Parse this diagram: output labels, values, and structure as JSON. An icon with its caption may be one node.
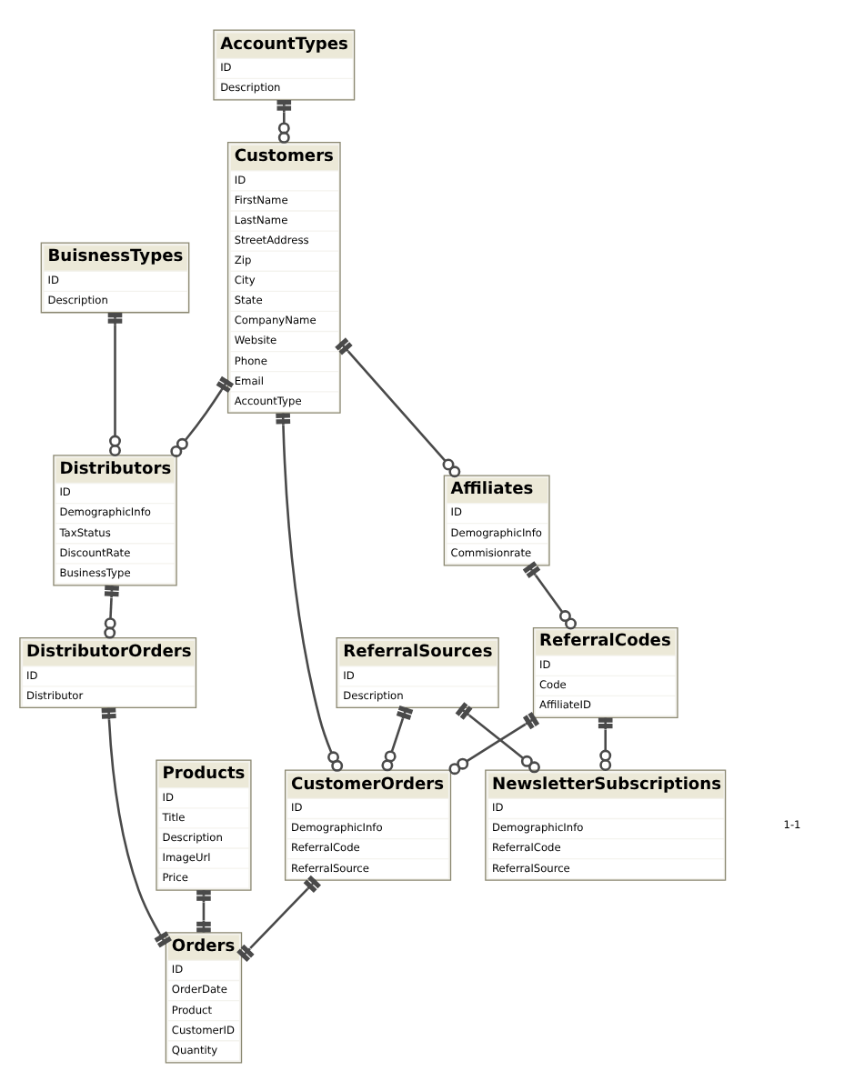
{
  "diagram": {
    "nodes": [
      {
        "text": [
          "AccountTypes",
          "ID",
          "Description"
        ]
      },
      {
        "text": [
          "BuisnessTypes",
          "ID",
          "Description"
        ]
      },
      {
        "text": [
          "Distributors",
          "ID",
          "DemographicInfo",
          "TaxStatus",
          "DiscountRate",
          "BusinessType"
        ]
      },
      {
        "text": [
          "DistributorOrders",
          "ID",
          "Distributor"
        ]
      },
      {
        "text": [
          "Customers",
          "ID",
          "FirstName",
          "LastName",
          "StreetAddress",
          "Zip",
          "City",
          "State",
          "CompanyName",
          "Website",
          "Phone",
          "Email",
          "AccountType"
        ]
      },
      {
        "text": [
          "Orders",
          "ID",
          "OrderDate",
          "Product",
          "CustomerID",
          "Quantity"
        ]
      },
      {
        "text": [
          "Products",
          "ID",
          "Title",
          "Description",
          "ImageUrl",
          "Price"
        ]
      },
      {
        "text": [
          "CustomerOrders",
          "ID",
          "DemographicInfo",
          "ReferralCode",
          "ReferralSource"
        ]
      },
      {
        "text": [
          "ReferralSources",
          "ID",
          "Description"
        ]
      },
      {
        "text": [
          "NewsletterSubscriptions",
          "ID",
          "DemographicInfo",
          "ReferralCode",
          "ReferralSource"
        ]
      },
      {
        "text": [
          "Affiliates",
          "ID",
          "DemographicInfo",
          "Commisionrate"
        ]
      },
      {
        "text": [
          "ReferralCodes",
          "ID",
          "Code",
          "AffiliateID"
        ]
      }
    ],
    "edges": [
      {
        "from": 0,
        "to": 4,
        "arrow": "other"
      },
      {
        "from": 1,
        "to": 2,
        "arrow": "other"
      },
      {
        "from": 4,
        "to": 2,
        "arrow": "other"
      },
      {
        "from": 2,
        "to": 3,
        "arrow": "other"
      },
      {
        "from": 3,
        "to": 5,
        "arrow": "other"
      },
      {
        "from": 6,
        "to": 5,
        "arrow": "other"
      },
      {
        "from": 4,
        "to": 7,
        "arrow": "other"
      },
      {
        "from": 7,
        "to": 5,
        "arrow": "other"
      },
      {
        "from": 8,
        "to": 7,
        "arrow": "other"
      },
      {
        "from": 8,
        "to": 9,
        "arrow": "other"
      },
      {
        "from": 4,
        "to": 10,
        "arrow": "other"
      },
      {
        "from": 11,
        "to": 7,
        "arrow": "other"
      },
      {
        "from": 10,
        "to": 11,
        "arrow": "other"
      },
      {
        "from": 11,
        "to": 9,
        "arrow": "other"
      }
    ],
    "labels": [
      "1-1"
    ]
  }
}
